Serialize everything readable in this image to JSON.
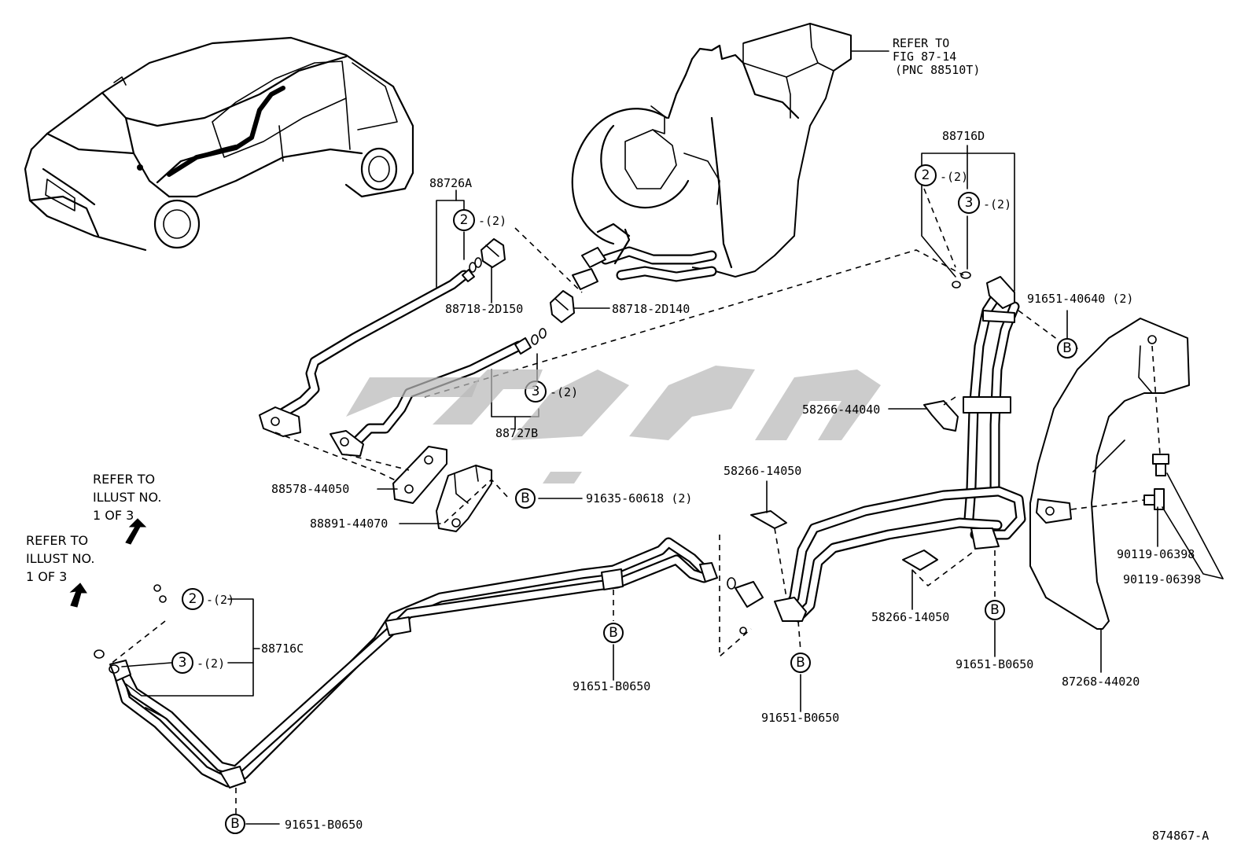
{
  "diagram": {
    "figure_number": "874867-A",
    "refer_fig": [
      "REFER TO",
      "FIG 87-14",
      "(PNC 88510T)"
    ],
    "refer_illust_1": [
      "REFER TO",
      "ILLUST NO.",
      "1 OF 3"
    ],
    "refer_illust_2": [
      "REFER TO",
      "ILLUST NO.",
      "1 OF 3"
    ],
    "callouts": {
      "p88726A": "88726A",
      "p88716D": "88716D",
      "p88716C": "88716C",
      "p88727B": "88727B",
      "p88718_2D150": "88718-2D150",
      "p88718_2D140": "88718-2D140",
      "p91651_40640": "91651-40640 (2)",
      "p58266_44040": "58266-44040",
      "p88578_44050": "88578-44050",
      "p88891_44070": "88891-44070",
      "p91635_60618": "91635-60618 (2)",
      "p58266_14050_a": "58266-14050",
      "p58266_14050_b": "58266-14050",
      "p90119_06398_a": "90119-06398",
      "p90119_06398_b": "90119-06398",
      "p87268_44020": "87268-44020",
      "p91651_B0650_a": "91651-B0650",
      "p91651_B0650_b": "91651-B0650",
      "p91651_B0650_c": "91651-B0650",
      "p91651_B0650_d": "91651-B0650"
    },
    "circle_marks": {
      "two": "2",
      "three": "3",
      "b": "B"
    },
    "qty": "-(2)"
  }
}
